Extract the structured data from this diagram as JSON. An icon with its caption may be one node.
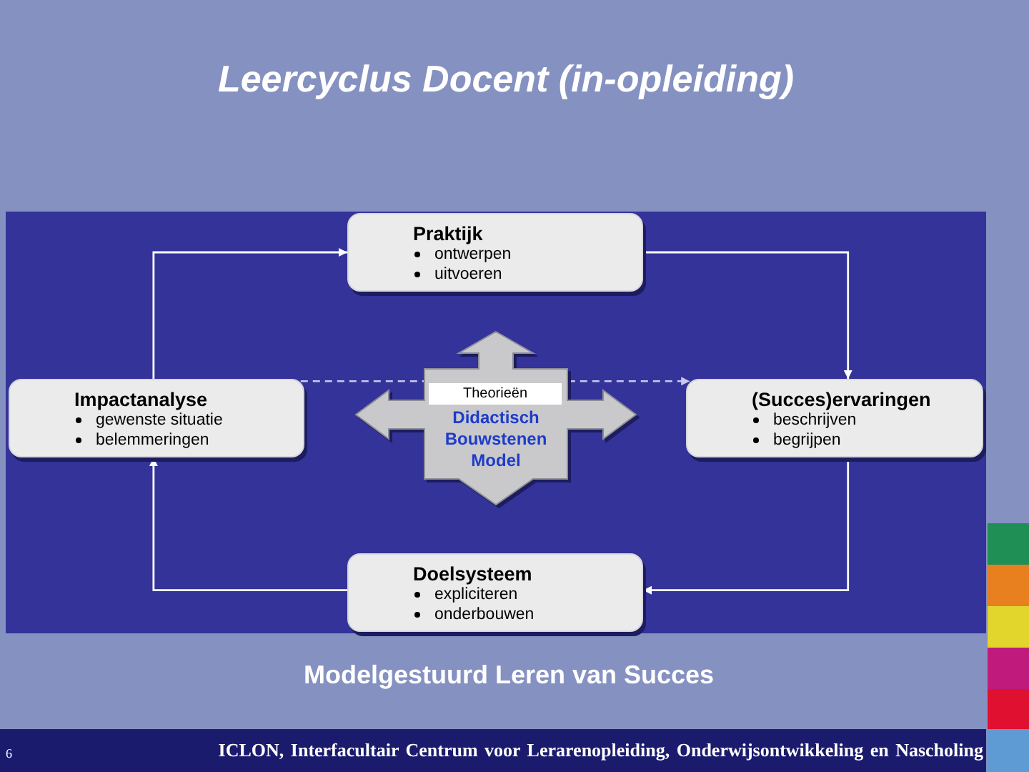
{
  "diagram": {
    "title": "Leercyclus Docent (in-opleiding)",
    "caption": "Modelgestuurd Leren van Succes",
    "nodes": [
      {
        "text": [
          "Praktijk",
          "ontwerpen",
          "uitvoeren"
        ]
      },
      {
        "text": [
          "Impactanalyse",
          "gewenste situatie",
          "belemmeringen"
        ]
      },
      {
        "text": [
          "Didactisch Bouwstenen Model"
        ]
      },
      {
        "text": [
          "Theorieën"
        ],
        "in": 2
      },
      {
        "text": [
          "(Succes)ervaringen",
          "beschrijven",
          "begrijpen"
        ]
      },
      {
        "text": [
          "Doelsysteem",
          "expliciteren",
          "onderbouwen"
        ]
      }
    ],
    "edges": [
      {
        "from": 1,
        "to": 0,
        "arrow": "to"
      },
      {
        "from": 0,
        "to": 4,
        "arrow": "to"
      },
      {
        "from": 4,
        "to": 5,
        "arrow": "to"
      },
      {
        "from": 5,
        "to": 1,
        "arrow": "to"
      },
      {
        "from": 1,
        "to": 4,
        "arrow": "to",
        "style": "dashed",
        "color": "#c8c8f0"
      }
    ],
    "labels": [
      "6",
      "ICLON, Interfacultair Centrum voor Lerarenopleiding, Onderwijsontwikkeling en Nascholing"
    ]
  }
}
